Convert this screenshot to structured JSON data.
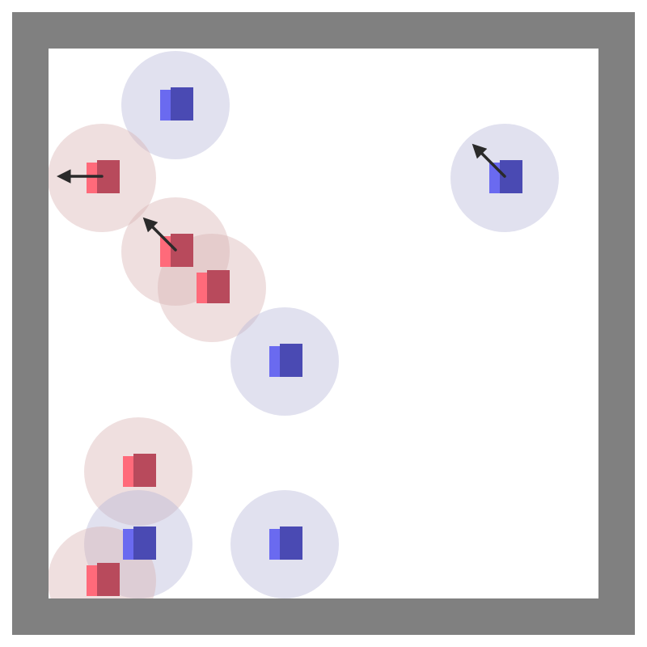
{
  "colors": {
    "background": "#ffffff",
    "wall": "#808080",
    "floor": "#ffffff",
    "red_aura": "#d8b0b0",
    "blue_aura": "#b5b5d8",
    "red_body": "#b84a5c",
    "red_light": "#ff6a7a",
    "blue_body": "#4a4ab3",
    "blue_light": "#6a6af0",
    "arrow": "#2a2a2a"
  },
  "agents": [
    {
      "team": "blue",
      "heading": null
    },
    {
      "team": "red",
      "heading": "left"
    },
    {
      "team": "blue",
      "heading": "up-left"
    },
    {
      "team": "red",
      "heading": "up-left"
    },
    {
      "team": "red",
      "heading": null
    },
    {
      "team": "blue",
      "heading": null
    },
    {
      "team": "red",
      "heading": null
    },
    {
      "team": "blue",
      "heading": null
    },
    {
      "team": "blue",
      "heading": null
    },
    {
      "team": "red",
      "heading": null
    }
  ]
}
